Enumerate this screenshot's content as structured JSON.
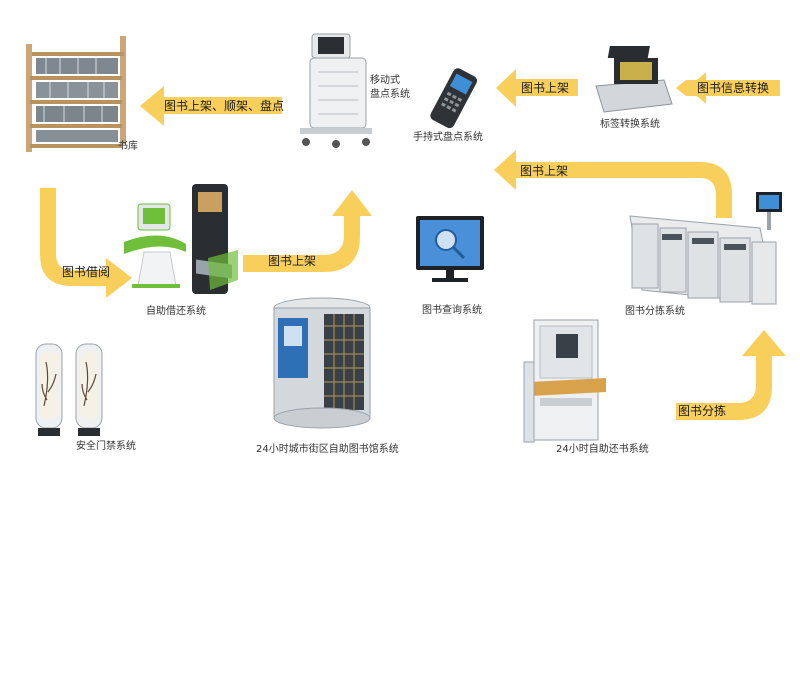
{
  "colors": {
    "arrow": "#f9cf5b",
    "wood": "#c9a776",
    "device_white": "#eef0f2",
    "device_gray": "#9aa2aa",
    "screen_green": "#6fbf3a",
    "screen_blue": "#3e8fd6",
    "text": "#333333"
  },
  "arrows": {
    "info_convert": "图书信息转换",
    "shelve_1": "图书上架",
    "shelve_order": "图书上架、顺架、盘点",
    "borrow": "图书借阅",
    "shelve_2": "图书上架",
    "shelve_3": "图书上架",
    "sorting": "图书分拣"
  },
  "devices": {
    "book_storage": "书库",
    "mobile_inventory_line1": "移动式",
    "mobile_inventory_line2": "盘点系统",
    "handheld_inventory": "手持式盘点系统",
    "tag_conversion": "标签转换系统",
    "self_service": "自助借还系统",
    "book_query": "图书查询系统",
    "sorting_system": "图书分拣系统",
    "security_gate": "安全门禁系统",
    "street_library": "24小时城市街区自助图书馆系统",
    "return_system": "24小时自助还书系统"
  }
}
